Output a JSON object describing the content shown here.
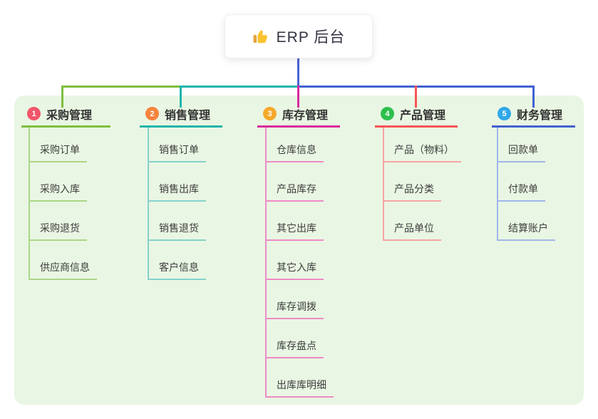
{
  "root": {
    "label": "ERP 后台",
    "icon": "thumbs-up-icon"
  },
  "canvas": {
    "background": "#ffffff",
    "panel_background": "#e9f6e3",
    "root_stem_color": "#4a63d3"
  },
  "branches": [
    {
      "index": "1",
      "label": "采购管理",
      "badge_color": "#f2566a",
      "line_color": "#7dbf3f",
      "child_line_color": "#abd687",
      "children": [
        "采购订单",
        "采购入库",
        "采购退货",
        "供应商信息"
      ]
    },
    {
      "index": "2",
      "label": "销售管理",
      "badge_color": "#f6833c",
      "line_color": "#1db5ac",
      "child_line_color": "#84d2cb",
      "children": [
        "销售订单",
        "销售出库",
        "销售退货",
        "客户信息"
      ]
    },
    {
      "index": "3",
      "label": "库存管理",
      "badge_color": "#f5a92c",
      "line_color": "#db2a9c",
      "child_line_color": "#ef8ac6",
      "children": [
        "仓库信息",
        "产品库存",
        "其它出库",
        "其它入库",
        "库存调拨",
        "库存盘点",
        "出库库明细"
      ]
    },
    {
      "index": "4",
      "label": "产品管理",
      "badge_color": "#2dbf4e",
      "line_color": "#f75355",
      "child_line_color": "#f8a3a3",
      "children": [
        "产品（物料）",
        "产品分类",
        "产品单位"
      ]
    },
    {
      "index": "5",
      "label": "财务管理",
      "badge_color": "#30a8e8",
      "line_color": "#4161d2",
      "child_line_color": "#9fb6ea",
      "children": [
        "回款单",
        "付款单",
        "结算账户"
      ]
    }
  ]
}
